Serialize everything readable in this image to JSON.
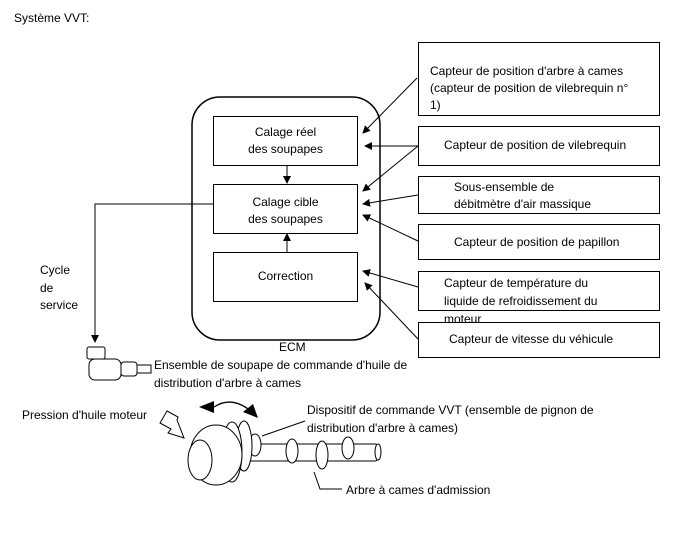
{
  "title": "Système VVT:",
  "ecm": {
    "label": "ECM",
    "actual_timing": [
      "Calage réel",
      "des soupapes"
    ],
    "target_timing": [
      "Calage cible",
      "des soupapes"
    ],
    "correction": "Correction"
  },
  "sensors": {
    "cam_position": [
      "Capteur de position d'arbre à cames",
      "(capteur de position de vilebrequin n°",
      "1)"
    ],
    "crank_position": "Capteur de position de vilebrequin",
    "maf": [
      "Sous-ensemble de",
      "débitmètre d'air massique"
    ],
    "throttle": "Capteur de position de papillon",
    "coolant": [
      "Capteur de température du",
      "liquide de refroidissement du",
      "moteur"
    ],
    "speed": "Capteur de vitesse du véhicule"
  },
  "duty_cycle": [
    "Cycle",
    "de",
    "service"
  ],
  "ocv": [
    "Ensemble de soupape de commande d'huile de",
    "distribution d'arbre à cames"
  ],
  "oil_pressure": "Pression d'huile moteur",
  "vvt_controller": [
    "Dispositif de commande VVT (ensemble de pignon de",
    "distribution d'arbre à cames)"
  ],
  "intake_camshaft": "Arbre à cames d'admission"
}
